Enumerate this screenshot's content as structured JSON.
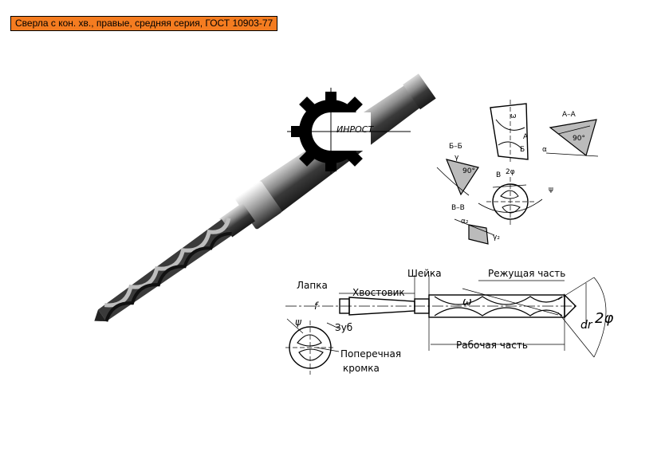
{
  "header": {
    "title": "Сверла с кон. хв., правые, средняя серия, ГОСТ 10903-77"
  },
  "logo": {
    "text": "ИНРОСТ",
    "icon": "gear-logo-icon"
  },
  "drawing": {
    "labels": {
      "lapka": "Лапка",
      "khvostovik": "Хвостовик",
      "sheyka": "Шейка",
      "rezhushchaya": "Режущая часть",
      "rabochaya": "Рабочая часть",
      "zub": "Зуб",
      "poperechnaya": "Поперечная",
      "kromka": "кромка",
      "f": "f",
      "psi": "ψ",
      "omega": "ω",
      "dr": "dr",
      "two_phi": "2φ"
    },
    "sections": {
      "aa": "А–А",
      "bb": "Б–Б",
      "vv": "В–В",
      "a": "А",
      "b": "Б",
      "v": "В",
      "angle90": "90°",
      "alpha": "α",
      "gamma": "γ",
      "alpha2": "α₂",
      "gamma2": "γ₂"
    }
  }
}
